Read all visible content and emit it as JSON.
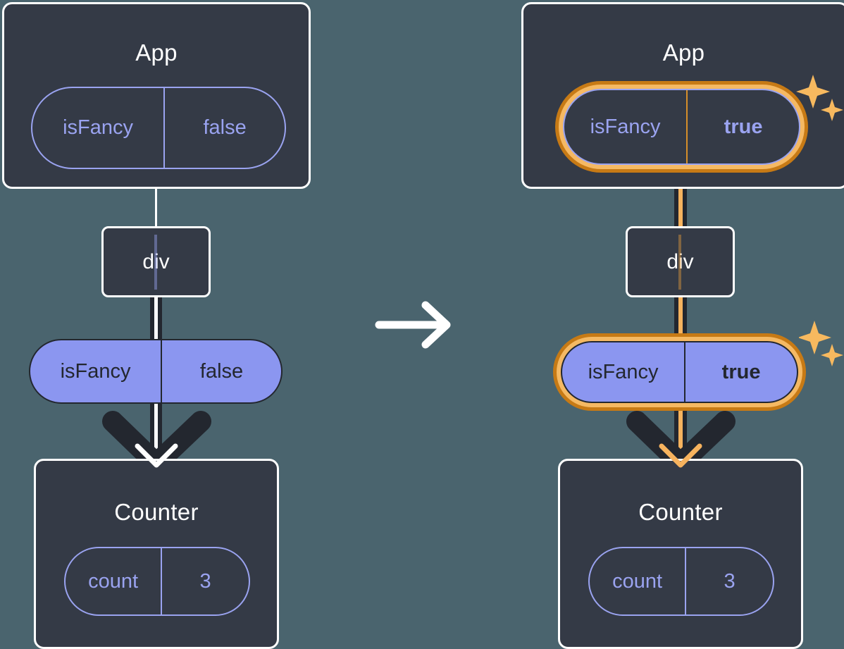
{
  "diagram": {
    "title_hidden": "React state propagation before and after isFancy changes",
    "colors": {
      "background": "#4a646e",
      "panel_fill": "#343a46",
      "panel_border": "#ffffff",
      "pill_outline": "#9aa3f0",
      "pill_solid_fill": "#8b96f0",
      "pill_solid_border": "#23272f",
      "highlight_inner": "#f5b963",
      "highlight_outer": "#c77a15",
      "accent_amber": "#f7b35e",
      "arrow_dark": "#23272f",
      "text_light": "#ffffff"
    },
    "transition_arrow": "right-arrow-icon"
  },
  "left": {
    "app": {
      "title": "App",
      "prop": {
        "name": "isFancy",
        "value": "false",
        "highlighted": false
      }
    },
    "div": {
      "label": "div"
    },
    "rendered_prop": {
      "name": "isFancy",
      "value": "false",
      "highlighted": false
    },
    "counter": {
      "title": "Counter",
      "state": {
        "name": "count",
        "value": "3"
      }
    },
    "sparkles_visible": false
  },
  "right": {
    "app": {
      "title": "App",
      "prop": {
        "name": "isFancy",
        "value": "true",
        "highlighted": true
      }
    },
    "div": {
      "label": "div"
    },
    "rendered_prop": {
      "name": "isFancy",
      "value": "true",
      "highlighted": true
    },
    "counter": {
      "title": "Counter",
      "state": {
        "name": "count",
        "value": "3"
      }
    },
    "sparkles_visible": true
  }
}
